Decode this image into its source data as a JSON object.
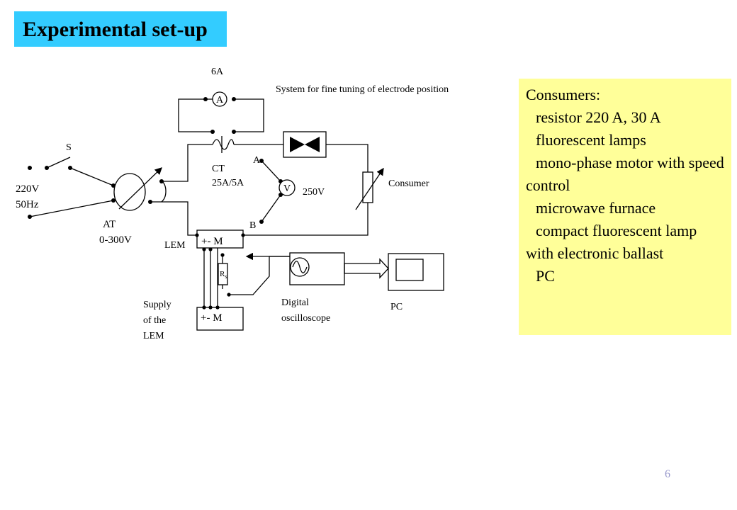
{
  "title": "Experimental set-up",
  "labels": {
    "s": "S",
    "v220": "220V",
    "hz50": "50Hz",
    "at": "AT",
    "at_range": "0-300V",
    "a6": "6A",
    "ammeter": "A",
    "ct": "CT",
    "ct_ratio": "25A/5A",
    "node_a": "A",
    "node_b": "B",
    "voltmeter": "V",
    "v250": "250V",
    "system": "System for fine tuning of electrode position",
    "consumer": "Consumer",
    "lem": "LEM",
    "lem_top": "+- M",
    "lem_bottom": "+- M",
    "rs": "R",
    "rs_sub": "s",
    "supply_1": "Supply",
    "supply_2": "of the",
    "supply_3": "LEM",
    "oscilloscope_1": "Digital",
    "oscilloscope_2": "oscilloscope",
    "pc": "PC"
  },
  "consumers": {
    "heading": "Consumers:",
    "bullet": "",
    "items": [
      "resistor 220 A, 30 A",
      "fluorescent lamps",
      "mono-phase motor with speed control",
      "microwave furnace",
      "compact fluorescent lamp with electronic ballast",
      "PC"
    ]
  },
  "page_number": "6",
  "colors": {
    "title_bg": "#33ccff",
    "consumers_bg": "#ffff99",
    "page_number": "#9999cc"
  }
}
